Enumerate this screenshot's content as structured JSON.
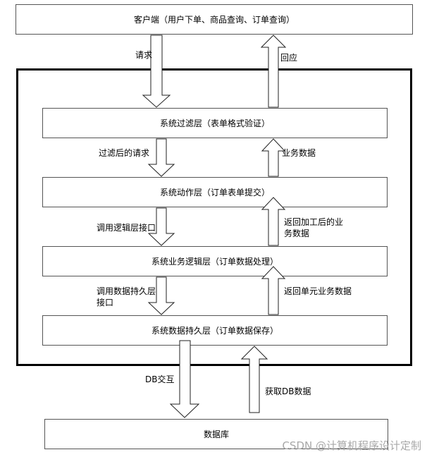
{
  "client": {
    "label": "客户端（用户下单、商品查询、订单查询）"
  },
  "layers": [
    {
      "label": "系统过滤层（表单格式验证）"
    },
    {
      "label": "系统动作层（订单表单提交）"
    },
    {
      "label": "系统业务逻辑层（订单数据处理）"
    },
    {
      "label": "系统数据持久层（订单数据保存）"
    }
  ],
  "database": {
    "label": "数据库"
  },
  "flows": {
    "request": "请求",
    "response": "回应",
    "filtered_request": "过滤后的请求",
    "business_data": "业务数据",
    "call_logic": "调用逻辑层接口",
    "return_processed": "返回加工后的业务数据",
    "call_persist": "调用数据持久层接口",
    "return_unit": "返回单元业务数据",
    "db_interact": "DB交互",
    "fetch_db": "获取DB数据"
  },
  "watermark": "CSDN @计算机程序设计定制"
}
